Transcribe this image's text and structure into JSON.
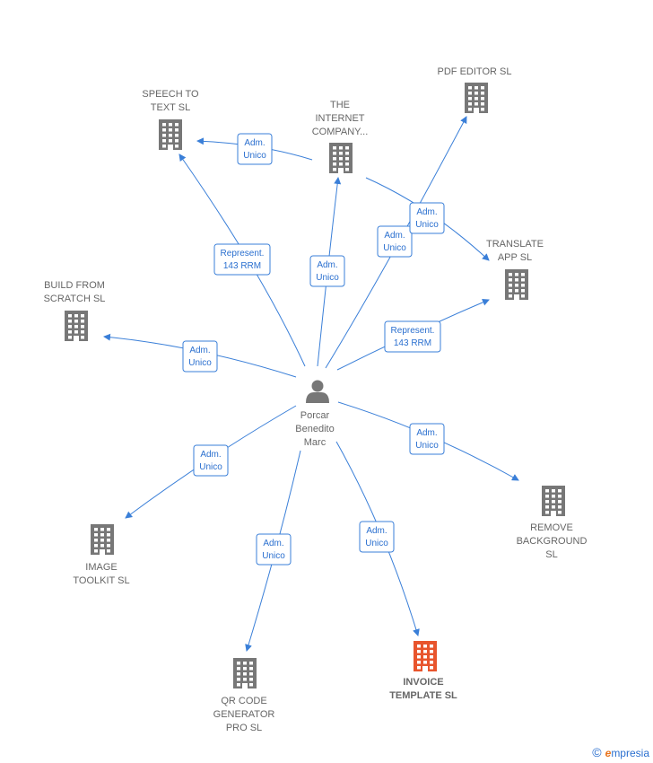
{
  "center": {
    "name_lines": [
      "Porcar",
      "Benedito",
      "Marc"
    ]
  },
  "companies": [
    {
      "id": "speech",
      "lines": [
        "SPEECH TO",
        "TEXT  SL"
      ],
      "highlight": false
    },
    {
      "id": "internet",
      "lines": [
        "THE",
        "INTERNET",
        "COMPANY..."
      ],
      "highlight": false
    },
    {
      "id": "pdf",
      "lines": [
        "PDF EDITOR  SL"
      ],
      "highlight": false
    },
    {
      "id": "translate",
      "lines": [
        "TRANSLATE",
        "APP  SL"
      ],
      "highlight": false
    },
    {
      "id": "build",
      "lines": [
        "BUILD FROM",
        "SCRATCH  SL"
      ],
      "highlight": false
    },
    {
      "id": "remove",
      "lines": [
        "REMOVE",
        "BACKGROUND",
        "SL"
      ],
      "highlight": false
    },
    {
      "id": "image",
      "lines": [
        "IMAGE",
        "TOOLKIT  SL"
      ],
      "highlight": false
    },
    {
      "id": "qr",
      "lines": [
        "QR CODE",
        "GENERATOR",
        "PRO  SL"
      ],
      "highlight": false
    },
    {
      "id": "invoice",
      "lines": [
        "INVOICE",
        "TEMPLATE  SL"
      ],
      "highlight": true
    }
  ],
  "edges": [
    {
      "id": "e-speech",
      "lines": [
        "Represent.",
        "143 RRM"
      ]
    },
    {
      "id": "e-internet",
      "lines": [
        "Adm.",
        "Unico"
      ]
    },
    {
      "id": "e-internet-speech",
      "lines": [
        "Adm.",
        "Unico"
      ]
    },
    {
      "id": "e-pdf",
      "lines": [
        "Adm.",
        "Unico"
      ]
    },
    {
      "id": "e-internet-translate",
      "lines": [
        "Adm.",
        "Unico"
      ]
    },
    {
      "id": "e-translate",
      "lines": [
        "Represent.",
        "143 RRM"
      ]
    },
    {
      "id": "e-build",
      "lines": [
        "Adm.",
        "Unico"
      ]
    },
    {
      "id": "e-remove",
      "lines": [
        "Adm.",
        "Unico"
      ]
    },
    {
      "id": "e-image",
      "lines": [
        "Adm.",
        "Unico"
      ]
    },
    {
      "id": "e-qr",
      "lines": [
        "Adm.",
        "Unico"
      ]
    },
    {
      "id": "e-invoice",
      "lines": [
        "Adm.",
        "Unico"
      ]
    }
  ],
  "colors": {
    "building": "#777777",
    "building_highlight": "#e8552d",
    "edge": "#3a7fd8",
    "person": "#777777"
  },
  "footer": {
    "copyright": "©",
    "brand_initial": "e",
    "brand_rest": "mpresia"
  }
}
